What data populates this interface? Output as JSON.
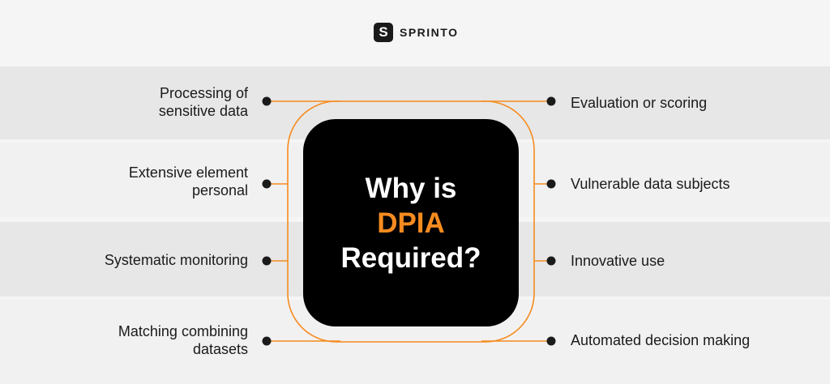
{
  "brand": {
    "mark": "S",
    "name": "SPRINTO"
  },
  "center": {
    "line1": "Why is",
    "line2": "DPIA",
    "line3": "Required?"
  },
  "left_items": [
    {
      "line1": "Processing of",
      "line2": "sensitive data"
    },
    {
      "line1": "Extensive element",
      "line2": "personal"
    },
    {
      "line1": "Systematic monitoring",
      "line2": ""
    },
    {
      "line1": "Matching combining",
      "line2": "datasets"
    }
  ],
  "right_items": [
    {
      "label": "Evaluation or scoring"
    },
    {
      "label": "Vulnerable data subjects"
    },
    {
      "label": "Innovative use"
    },
    {
      "label": "Automated decision making"
    }
  ],
  "colors": {
    "accent": "#f68b1f",
    "center_bg": "#000000",
    "dot": "#1a1a1a"
  }
}
